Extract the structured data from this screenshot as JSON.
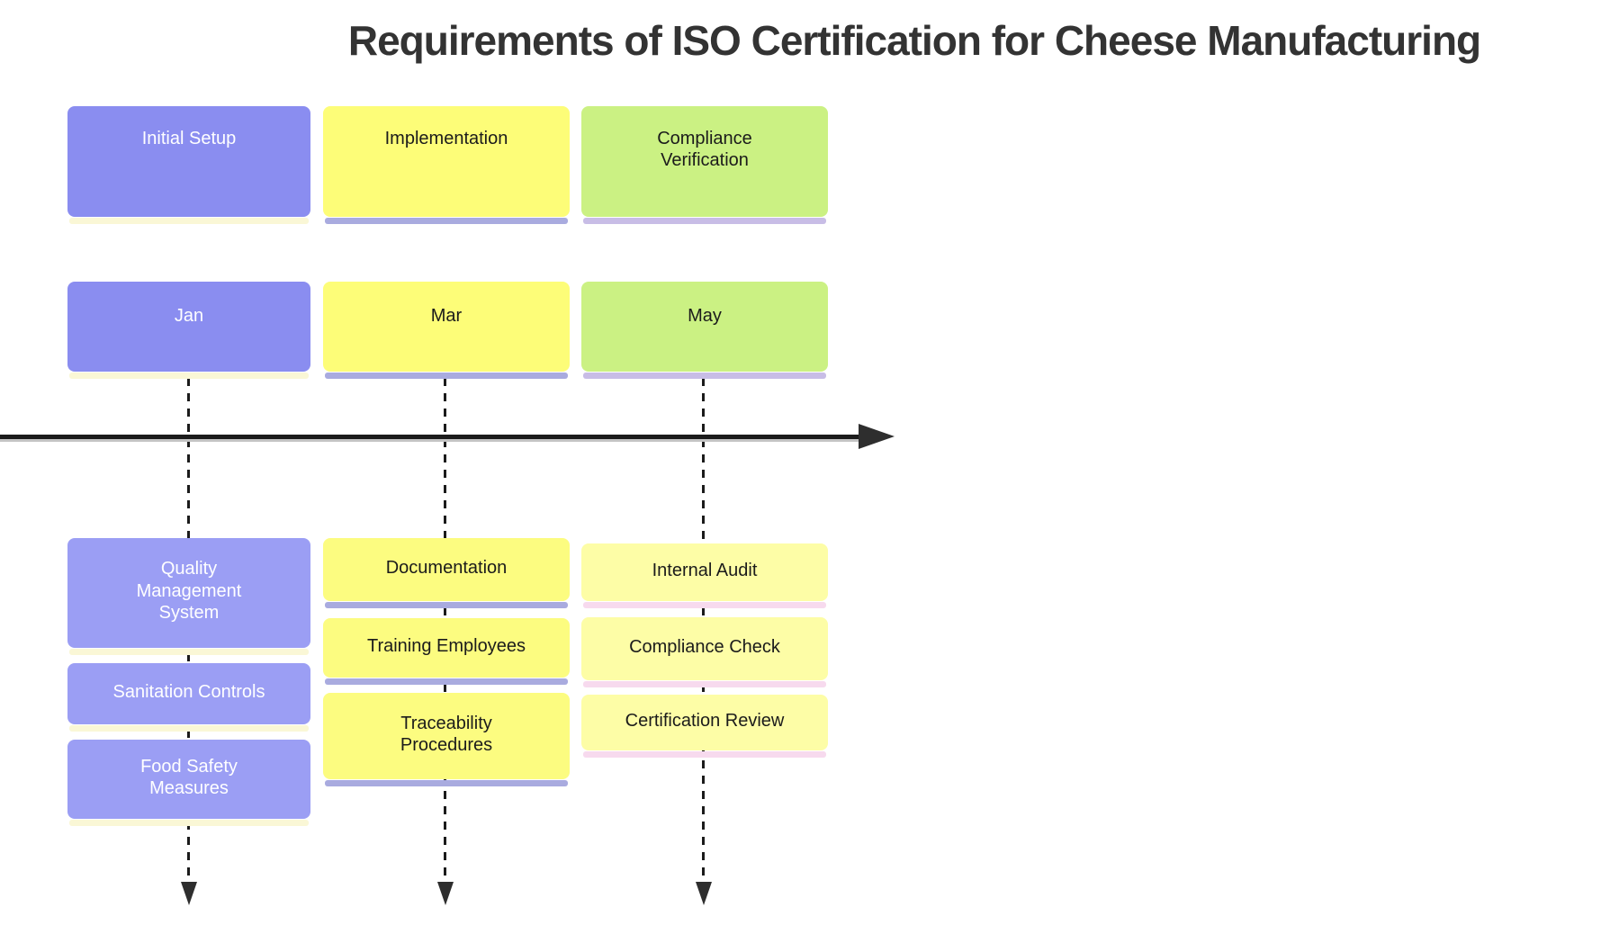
{
  "title": "Requirements of ISO Certification for Cheese Manufacturing",
  "sections": [
    {
      "label": "Initial Setup",
      "period": "Jan",
      "tasks": [
        "Quality Management System",
        "Sanitation Controls",
        "Food Safety Measures"
      ]
    },
    {
      "label": "Implementation",
      "period": "Mar",
      "tasks": [
        "Documentation",
        "Training Employees",
        "Traceability Procedures"
      ]
    },
    {
      "label": "Compliance Verification",
      "period": "May",
      "tasks": [
        "Internal Audit",
        "Compliance Check",
        "Certification Review"
      ]
    }
  ],
  "colors": {
    "s1-fill": "#8a8df0",
    "s1-task-fill": "#9b9ef4",
    "s1-text": "#ffffff",
    "s1-strip": "#faf7d6",
    "s2-fill": "#fdfd78",
    "s2-task-fill": "#fcfc80",
    "s2-text": "#1b1b1b",
    "s2-strip": "#a9abdf",
    "s3-fill": "#cbf183",
    "s3-task-fill": "#fdfda6",
    "s3-text": "#1b1b1b",
    "s3-strip": "#c8bde6",
    "s3-task-strip": "#f7daee",
    "axis": "#1b1b1b",
    "arrow": "#2e2e2e",
    "dash": "#1b1b1b",
    "title-color": "#333333"
  }
}
